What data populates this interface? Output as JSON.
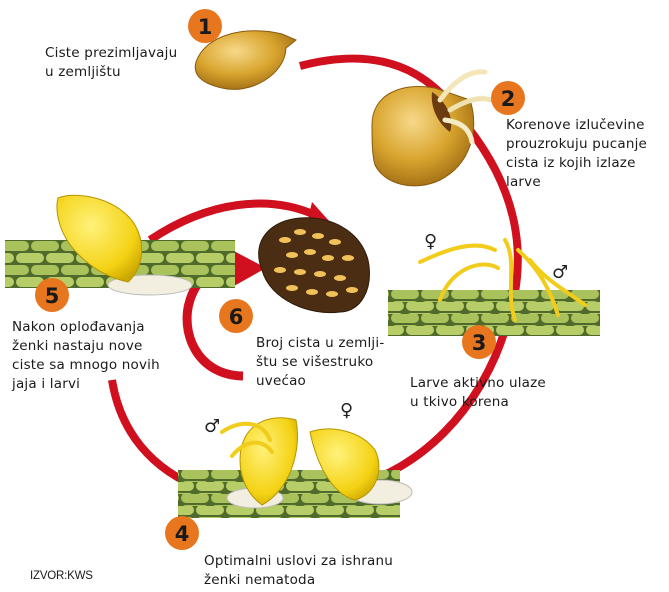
{
  "stages": [
    {
      "num": "1",
      "lines": [
        "Ciste prezimljavaju",
        "u zemljištu"
      ]
    },
    {
      "num": "2",
      "lines": [
        "Korenove izlučevine",
        "prouzrokuju pucanje",
        "cista iz kojih izlaze",
        "larve"
      ]
    },
    {
      "num": "3",
      "lines": [
        "Larve aktivno ulaze",
        "u tkivo korena"
      ]
    },
    {
      "num": "4",
      "lines": [
        "Optimalni uslovi za ishranu",
        "ženki nematoda"
      ]
    },
    {
      "num": "5",
      "lines": [
        "Nakon oplođavanja",
        "ženki nastaju nove",
        "ciste sa mnogo novih",
        "jaja i larvi"
      ]
    },
    {
      "num": "6",
      "lines": [
        "Broj cista u zemlji-",
        "štu se višestruko",
        "uvećao"
      ]
    }
  ],
  "symbols": {
    "female": "♀",
    "male": "♂"
  },
  "source": "IZVOR:KWS",
  "colors": {
    "cycle_red": "#d0101e",
    "badge": "#e8761e",
    "cyst": "#d9a52f",
    "root": "#a9c25c",
    "female_body": "#f4d214"
  }
}
